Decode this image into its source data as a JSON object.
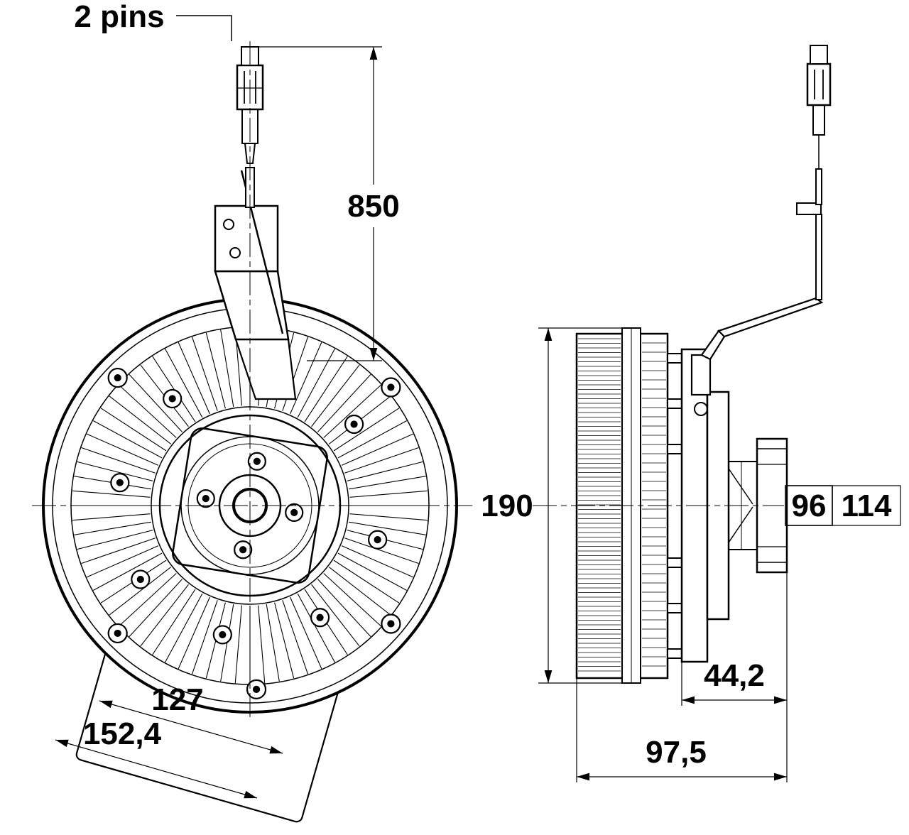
{
  "drawing": {
    "background_color": "#ffffff",
    "line_color": "#000000",
    "front": {
      "connector_label": "2 pins",
      "cable_length": "850",
      "bolt_spacing": "127",
      "plate_width": "152,4"
    },
    "side": {
      "fan_drive_diameter": "190",
      "pilot_diameter": "96",
      "flange_diameter": "114",
      "hub_depth": "44,2",
      "overall_depth": "97,5"
    }
  }
}
